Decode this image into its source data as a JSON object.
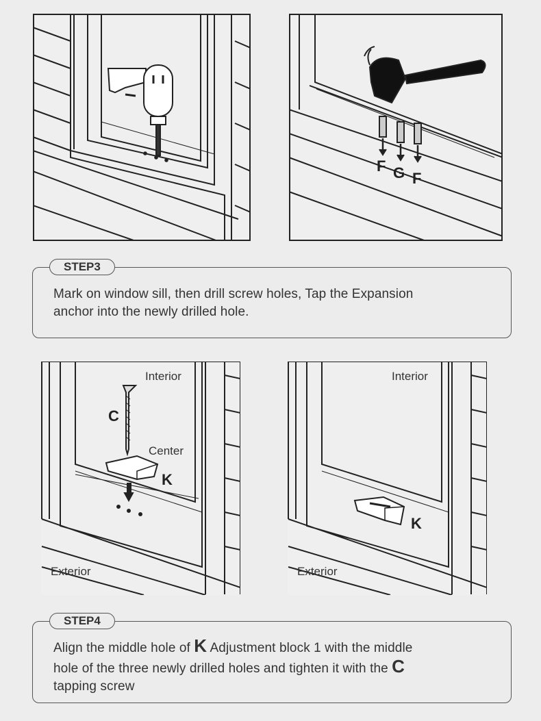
{
  "panel2_labels": {
    "left": "F",
    "middle": "G",
    "right": "F"
  },
  "step3": {
    "tag": "STEP3",
    "text_line1": "Mark on window sill, then drill screw holes, Tap the Expansion",
    "text_line2": "anchor into the newly drilled hole."
  },
  "panel3_labels": {
    "interior": "Interior",
    "screw": "C",
    "center": "Center",
    "block": "K",
    "exterior": "Exterior"
  },
  "panel4_labels": {
    "interior": "Interior",
    "block": "K",
    "exterior": "Exterior"
  },
  "step4": {
    "tag": "STEP4",
    "line1_a": "Align the middle hole of ",
    "line1_k": "K",
    "line1_b": " Adjustment block 1 with the middle",
    "line2_a": "hole of the three newly drilled holes and tighten it with the ",
    "line2_c": "C",
    "line3": "tapping screw"
  }
}
